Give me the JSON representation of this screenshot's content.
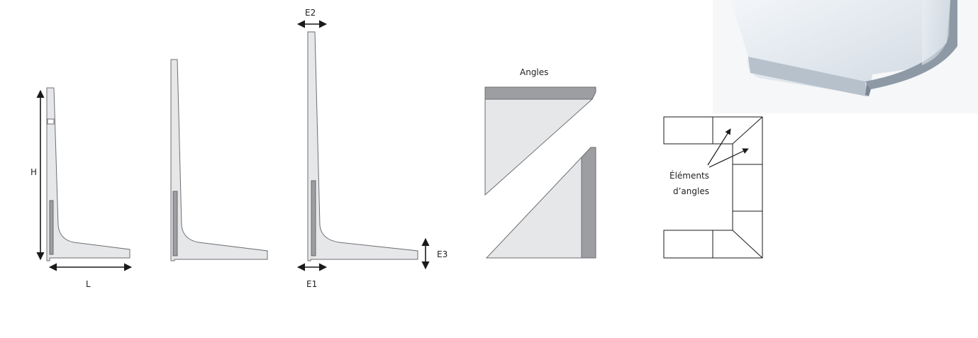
{
  "labels": {
    "height": "H",
    "length": "L",
    "top_thickness": "E2",
    "base_thickness": "E1",
    "foot_thickness": "E3",
    "angles_title": "Angles",
    "corner_elements_line1": "Éléments",
    "corner_elements_line2": "d’angles"
  },
  "colors": {
    "panel_fill": "#e6e7e9",
    "panel_stroke": "#6d6e71",
    "dark_insert": "#9c9ea1",
    "arrow": "#1a1a1a",
    "photo_light": "#dfe6ee",
    "photo_edge": "#7f8a96"
  }
}
